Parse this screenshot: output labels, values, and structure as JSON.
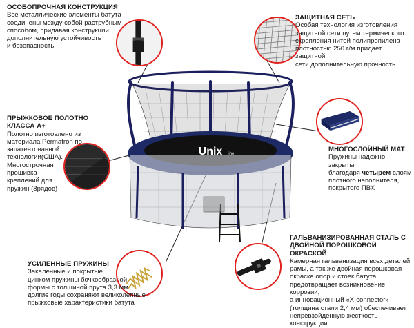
{
  "features": {
    "construction": {
      "title": "ОСОБОПРОЧНАЯ КОНСТРУКЦИЯ",
      "desc": "Все металлические элементы батута\nсоединены между собой раструбным\nспособом, придавая конструкции\nдополнительную устойчивость\nи безопасность"
    },
    "net": {
      "title": "ЗАЩИТНАЯ СЕТЬ",
      "desc": "Особая технология изготовления\nзащитной сети путем термического\nскрепления нитей полипропилена\nплотностью 250 г/м придает защитной\nсети дополнительную прочность"
    },
    "canvas": {
      "title_line1": "ПРЫЖКОВОЕ ПОЛОТНО",
      "title_line2": "КЛАССА А+",
      "desc": "Полотно изготовлено из\nматериала Permatron по\nзапатентованной\nтехнологии(США).\nМногострочная\nпрошивка\nкреплений для\nпружин (8рядов)"
    },
    "mat": {
      "title": "МНОГОСЛОЙНЫЙ МАТ",
      "desc_before": "Пружины надежно закрыты\nблагодаря ",
      "desc_bold": "четырем",
      "desc_after": " слоям\nплотного наполнителя,\nпокрытого ПВХ"
    },
    "steel": {
      "title_line1": "ГАЛЬВАНИЗИРОВАННАЯ СТАЛЬ С",
      "title_line2": "ДВОЙНОЙ ПОРОШКОВОЙ ОКРАСКОЙ",
      "desc": "Камерная гальванизация всех деталей\nрамы, а так же двойная порошковая\nокраска опор и стоек батута\nпредотвращает возникновение коррозии,\nа инновационный «X-connector»\n(толщина стали 2,4 мм) обеспечивает\nнепревзойденную жесткость конструкции"
    },
    "springs": {
      "title": "УСИЛЕННЫЕ ПРУЖИНЫ",
      "desc": "Закаленные и покрытые\nцинком пружины бочкообразной\nформы с толщиной прута 3,3 мм\nдолгие годы сохраняют великолепные\nпрыжковые характеристики батута"
    }
  },
  "mat_logo": "Unix",
  "mat_logo_suffix": "line",
  "colors": {
    "accent": "#e0211e",
    "frame": "#1c1f5e",
    "pad": "#1d2a66",
    "spring": "#c9a43a"
  }
}
